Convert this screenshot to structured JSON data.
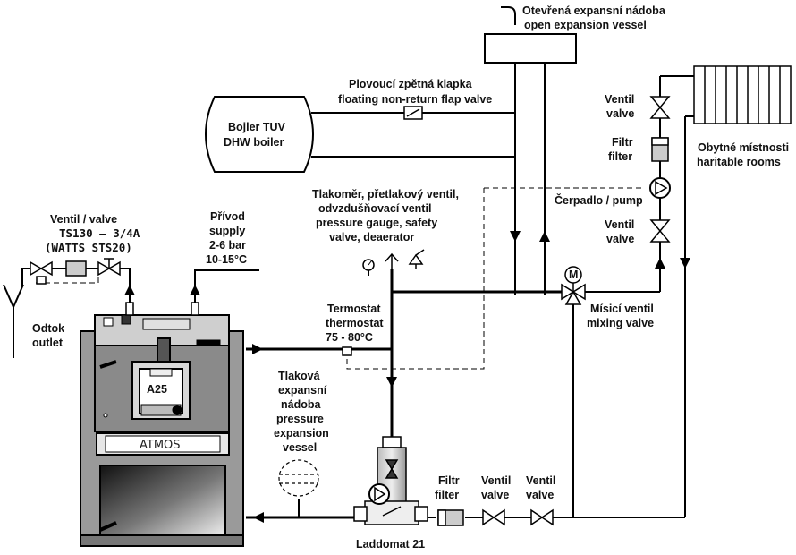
{
  "labels": {
    "open_vessel_cz": "Otevřená expansní nádoba",
    "open_vessel_en": "open expansion vessel",
    "flap_cz": "Plovoucí zpětná klapka",
    "flap_en": "floating non-return flap valve",
    "boiler_tuv": "Bojler TUV",
    "dhw_boiler": "DHW boiler",
    "valve_top_cz": "Ventil",
    "valve_top_en": "valve",
    "filter_right_cz": "Filtr",
    "filter_right_en": "filter",
    "rooms_cz": "Obytné místnosti",
    "rooms_en": "haritable rooms",
    "gauge_1": "Tlakoměr, přetlakový ventil,",
    "gauge_2": "odvzdušňovací ventil",
    "gauge_3": "pressure gauge, safety",
    "gauge_4": "valve, deaerator",
    "pump_label": "Čerpadlo / pump",
    "valve_mid_cz": "Ventil",
    "valve_mid_en": "valve",
    "ventil_1": "Ventil / valve",
    "ventil_2": "TS130 – 3/4A",
    "ventil_3": "(WATTS STS20)",
    "supply_1": "Přívod",
    "supply_2": "supply",
    "supply_3": "2-6 bar",
    "supply_4": "10-15°C",
    "outlet_cz": "Odtok",
    "outlet_en": "outlet",
    "thermo_cz": "Termostat",
    "thermo_en": "thermostat",
    "thermo_temp": "75 - 80°C",
    "mixing_cz": "Mísicí ventil",
    "mixing_en": "mixing valve",
    "pexp_1": "Tlaková",
    "pexp_2": "expansní",
    "pexp_3": "nádoba",
    "pexp_4": "pressure",
    "pexp_5": "expansion",
    "pexp_6": "vessel",
    "filter_bottom_cz": "Filtr",
    "filter_bottom_en": "filter",
    "valve_b1_cz": "Ventil",
    "valve_b1_en": "valve",
    "valve_b2_cz": "Ventil",
    "valve_b2_en": "valve",
    "laddomat": "Laddomat 21",
    "boiler_model": "A25",
    "boiler_brand": "ATMOS",
    "motor_symbol": "M"
  }
}
